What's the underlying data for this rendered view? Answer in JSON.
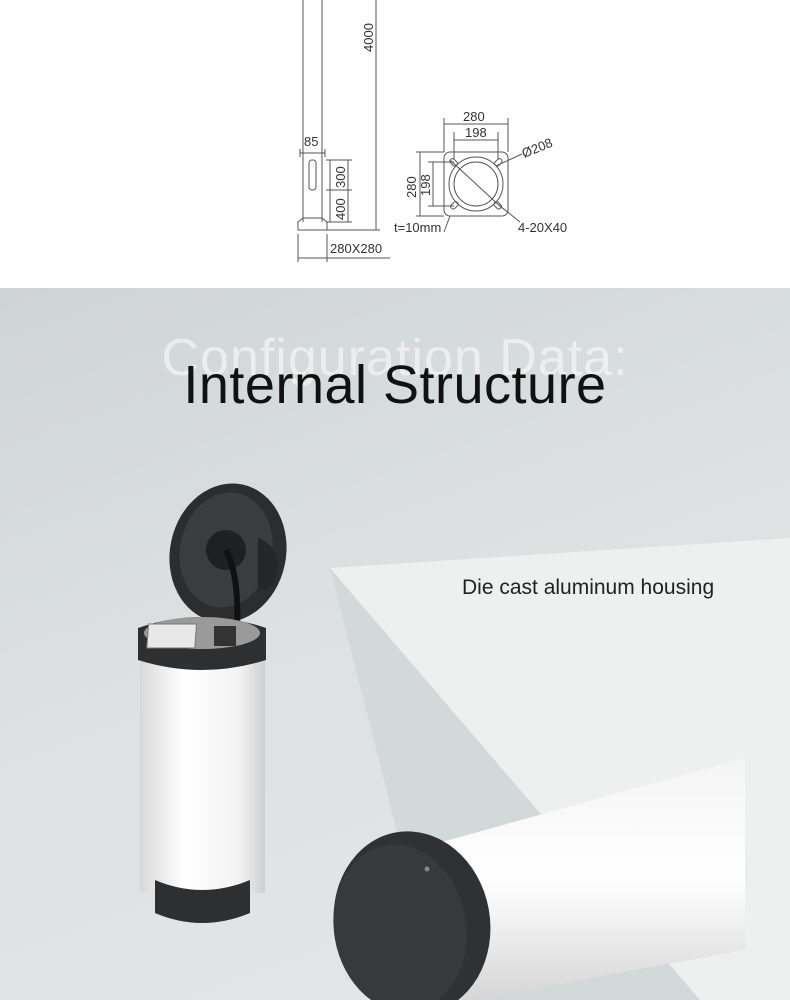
{
  "drawing": {
    "labels": {
      "height_4000": "4000",
      "dim_85": "85",
      "dim_300": "300",
      "dim_400": "400",
      "base_280x280": "280X280",
      "top_280": "280",
      "top_198": "198",
      "diameter_208": "Ø208",
      "side_280": "280",
      "side_198": "198",
      "thickness": "t=10mm",
      "holes": "4-20X40"
    }
  },
  "section": {
    "ghost_title": "Configuration Data:",
    "title": "Internal Structure",
    "feature_label": "Die cast aluminum housing"
  },
  "colors": {
    "line": "#555555",
    "housing": "#2d2f31",
    "diffuser": "#f7f7f7",
    "background": "#dde1e1"
  }
}
